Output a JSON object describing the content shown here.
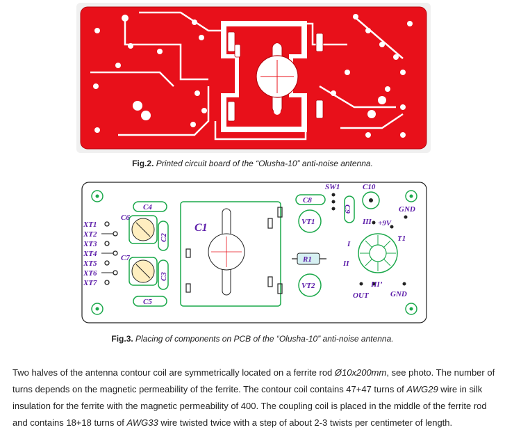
{
  "fig2": {
    "num": "Fig.2.",
    "caption": " Printed circuit board of the “Olusha-10” anti-noise antenna."
  },
  "fig3": {
    "num": "Fig.3.",
    "caption": " Placing of components on PCB of the “Olusha-10” anti-noise antenna.",
    "labels": {
      "sw1": "SW1",
      "c10": "C10",
      "c8": "C8",
      "c9": "C9",
      "c4": "C4",
      "c5": "C5",
      "c6": "C6",
      "c7": "C7",
      "c1": "C1",
      "c2": "C2",
      "c3": "C3",
      "vt1": "VT1",
      "vt2": "VT2",
      "r1": "R1",
      "t1": "T1",
      "gnd_top": "GND",
      "gnd_bottom": "GND",
      "plus9v": "+9V",
      "out": "OUT",
      "iii": "III",
      "iii_prime": "III’",
      "i": "I",
      "ii": "II",
      "xt1": "XT1",
      "xt2": "XT2",
      "xt3": "XT3",
      "xt4": "XT4",
      "xt5": "XT5",
      "xt6": "XT6",
      "xt7": "XT7"
    }
  },
  "paragraph": {
    "p1": "Two halves of the antenna contour coil are symmetrically located on a ferrite rod ",
    "p1_i": "Ø10x200mm",
    "p2": ", see photo. The number of turns depends on the magnetic permeability of the ferrite. The contour coil contains 47+47 turns of ",
    "p2_i": "AWG29",
    "p3": " wire in silk insulation for the ferrite with the magnetic permeability of 400. The coupling coil is placed in the middle of the ferrite rod and contains 18+18 turns of ",
    "p3_i": "AWG33",
    "p4": " wire twisted twice with a step of about 2-3 twists per centimeter of length."
  },
  "colors": {
    "pcb_red": "#e8101a",
    "silk_green": "#1aa84a",
    "label_purple": "#5a1aa8"
  }
}
